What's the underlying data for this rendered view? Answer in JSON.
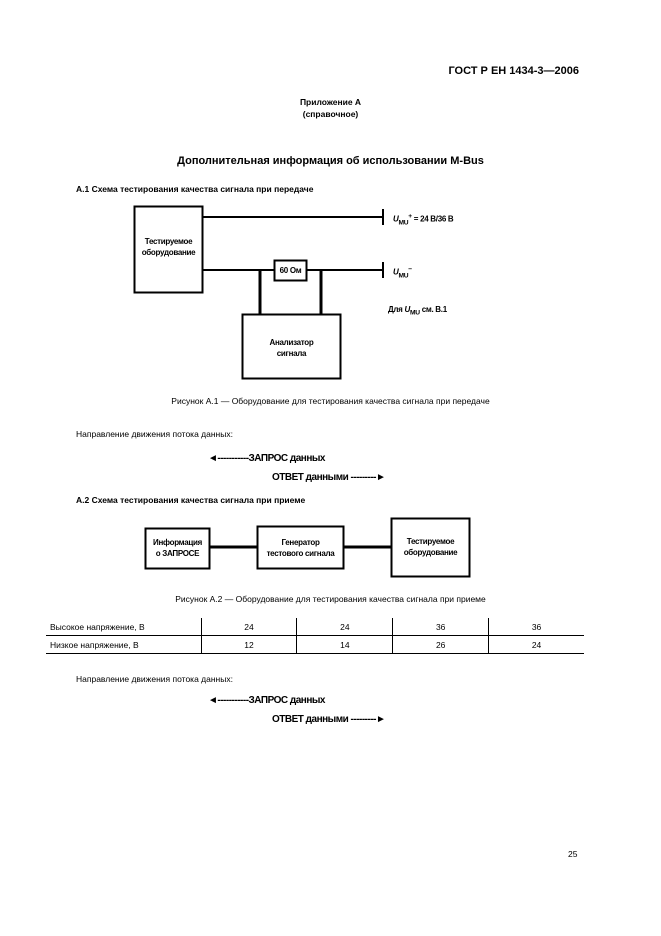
{
  "header": {
    "standard": "ГОСТ Р ЕН 1434-3—2006"
  },
  "appendix": {
    "title": "Приложение А",
    "subtitle": "(справочное)"
  },
  "section_title": "Дополнительная информация об использовании M-Bus",
  "a1": {
    "heading": "А.1  Схема тестирования качества сигнала при передаче",
    "box_equipment": [
      "Тестируемое",
      "оборудование"
    ],
    "resistor": "60 Ом",
    "box_analyzer": [
      "Анализатор",
      "сигнала"
    ],
    "u_label": "U",
    "u_sub": "MU",
    "u_plus_sup": "+",
    "u_plus_value": "= 24 В/36 В",
    "u_minus_sup": "−",
    "note_prefix": "Для",
    "note_suffix": "см. В.1",
    "caption": "Рисунок А.1 — Оборудование для тестирования качества сигнала при передаче",
    "direction_label": "Направление движения потока данных:",
    "request": "ЗАПРОС данных",
    "answer": "ОТВЕТ данными"
  },
  "a2": {
    "heading": "А.2  Схема тестирования качества сигнала при приеме",
    "box_info": [
      "Информация",
      "о ЗАПРОСЕ"
    ],
    "box_generator": [
      "Генератор",
      "тестового сигнала"
    ],
    "box_tested": [
      "Тестируемое",
      "оборудование"
    ],
    "caption": "Рисунок А.2 — Оборудование для тестирования качества сигнала при приеме",
    "table": {
      "rows": [
        {
          "label": "Высокое напряжение, В",
          "values": [
            "24",
            "24",
            "36",
            "36"
          ]
        },
        {
          "label": "Низкое напряжение, В",
          "values": [
            "12",
            "14",
            "26",
            "24"
          ]
        }
      ]
    },
    "direction_label": "Направление движения потока данных:",
    "request": "ЗАПРОС данных",
    "answer": "ОТВЕТ данными"
  },
  "page_number": "25"
}
